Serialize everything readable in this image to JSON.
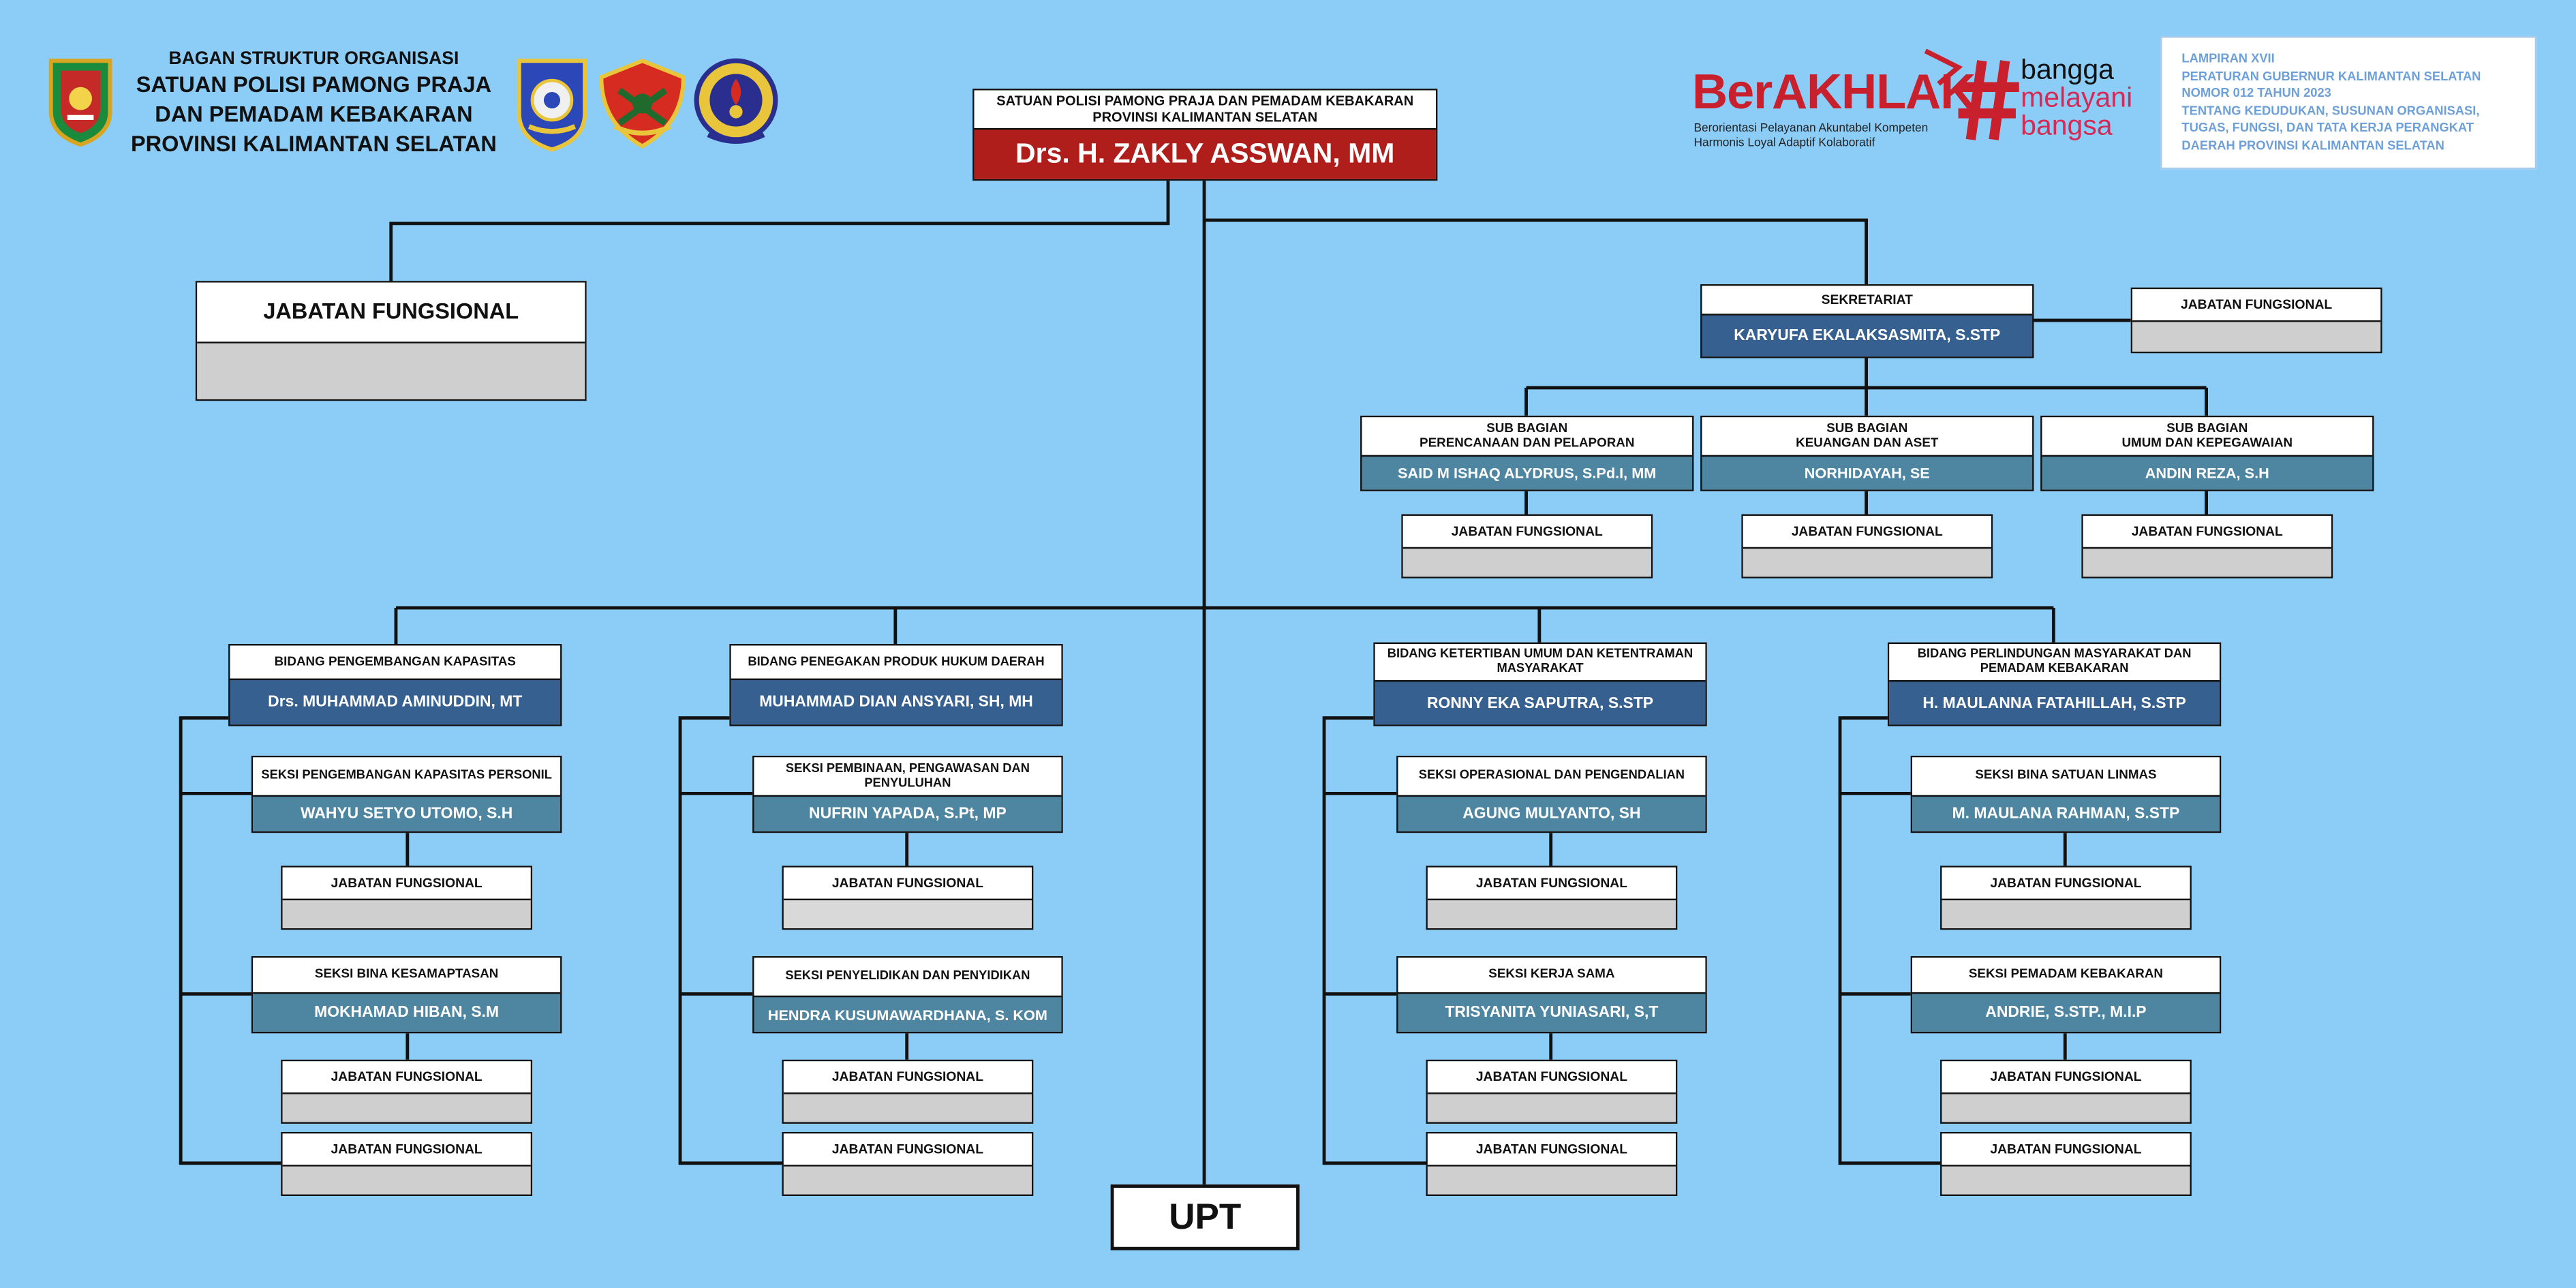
{
  "header": {
    "line1": "BAGAN STRUKTUR ORGANISASI",
    "line2": "SATUAN POLISI PAMONG PRAJA",
    "line3": "DAN PEMADAM KEBAKARAN",
    "line4": "PROVINSI KALIMANTAN SELATAN"
  },
  "branding": {
    "berakhlak": "BerAKHLAK",
    "berakhlak_tag1": "Berorientasi Pelayanan Akuntabel Kompeten",
    "berakhlak_tag2": "Harmonis Loyal Adaptif Kolaboratif",
    "bangga1": "bangga",
    "bangga2": "melayani",
    "bangga3": "bangsa",
    "colors": {
      "red": "#c8202d",
      "pink": "#d42a55"
    }
  },
  "lampiran": [
    "LAMPIRAN XVII",
    "PERATURAN GUBERNUR KALIMANTAN SELATAN",
    "NOMOR 012 TAHUN 2023",
    "TENTANG KEDUDUKAN, SUSUNAN ORGANISASI,",
    "TUGAS, FUNGSI, DAN TATA KERJA PERANGKAT",
    "DAERAH PROVINSI KALIMANTAN SELATAN"
  ],
  "head": {
    "title1": "SATUAN POLISI PAMONG PRAJA DAN PEMADAM KEBAKARAN",
    "title2": "PROVINSI KALIMANTAN SELATAN",
    "name": "Drs. H. ZAKLY ASSWAN, MM"
  },
  "fungsional_label": "JABATAN FUNGSIONAL",
  "sekretariat": {
    "title": "SEKRETARIAT",
    "name": "KARYUFA EKALAKSASMITA, S.STP"
  },
  "subbagian": [
    {
      "title1": "SUB BAGIAN",
      "title2": "PERENCANAAN DAN PELAPORAN",
      "name": "SAID M ISHAQ ALYDRUS, S.Pd.I, MM"
    },
    {
      "title1": "SUB BAGIAN",
      "title2": "KEUANGAN DAN ASET",
      "name": "NORHIDAYAH, SE"
    },
    {
      "title1": "SUB BAGIAN",
      "title2": "UMUM DAN KEPEGAWAIAN",
      "name": "ANDIN REZA, S.H"
    }
  ],
  "bidang": [
    {
      "title": "BIDANG PENGEMBANGAN KAPASITAS",
      "name": "Drs. MUHAMMAD AMINUDDIN, MT"
    },
    {
      "title": "BIDANG PENEGAKAN PRODUK HUKUM DAERAH",
      "name": "MUHAMMAD DIAN ANSYARI, SH, MH"
    },
    {
      "title": "BIDANG KETERTIBAN UMUM DAN KETENTRAMAN MASYARAKAT",
      "name": "RONNY EKA SAPUTRA, S.STP"
    },
    {
      "title": "BIDANG PERLINDUNGAN MASYARAKAT DAN PEMADAM KEBAKARAN",
      "name": "H. MAULANNA FATAHILLAH, S.STP"
    }
  ],
  "seksi": [
    {
      "title": "SEKSI PENGEMBANGAN KAPASITAS PERSONIL",
      "name": "WAHYU SETYO UTOMO, S.H"
    },
    {
      "title": "SEKSI BINA KESAMAPTASAN",
      "name": "MOKHAMAD HIBAN, S.M"
    },
    {
      "title": "SEKSI PEMBINAAN, PENGAWASAN DAN PENYULUHAN",
      "name": "NUFRIN YAPADA, S.Pt, MP"
    },
    {
      "title": "SEKSI PENYELIDIKAN DAN PENYIDIKAN",
      "name": "HENDRA KUSUMAWARDHANA, S. KOM"
    },
    {
      "title": "SEKSI OPERASIONAL DAN PENGENDALIAN",
      "name": "AGUNG MULYANTO, SH"
    },
    {
      "title": "SEKSI KERJA SAMA",
      "name": "TRISYANITA YUNIASARI, S,T"
    },
    {
      "title": "SEKSI BINA SATUAN LINMAS",
      "name": "M. MAULANA RAHMAN, S.STP"
    },
    {
      "title": "SEKSI PEMADAM KEBAKARAN",
      "name": "ANDRIE, S.STP., M.I.P"
    }
  ],
  "upt": "UPT",
  "logos": [
    {
      "name": "kalsel-emblem-icon",
      "color": "#1a8a3c"
    },
    {
      "name": "satpol-pp-emblem-icon",
      "color": "#2b47b8"
    },
    {
      "name": "linmas-emblem-icon",
      "color": "#d62b21"
    },
    {
      "name": "damkar-emblem-icon",
      "color": "#2a2f8f"
    }
  ]
}
